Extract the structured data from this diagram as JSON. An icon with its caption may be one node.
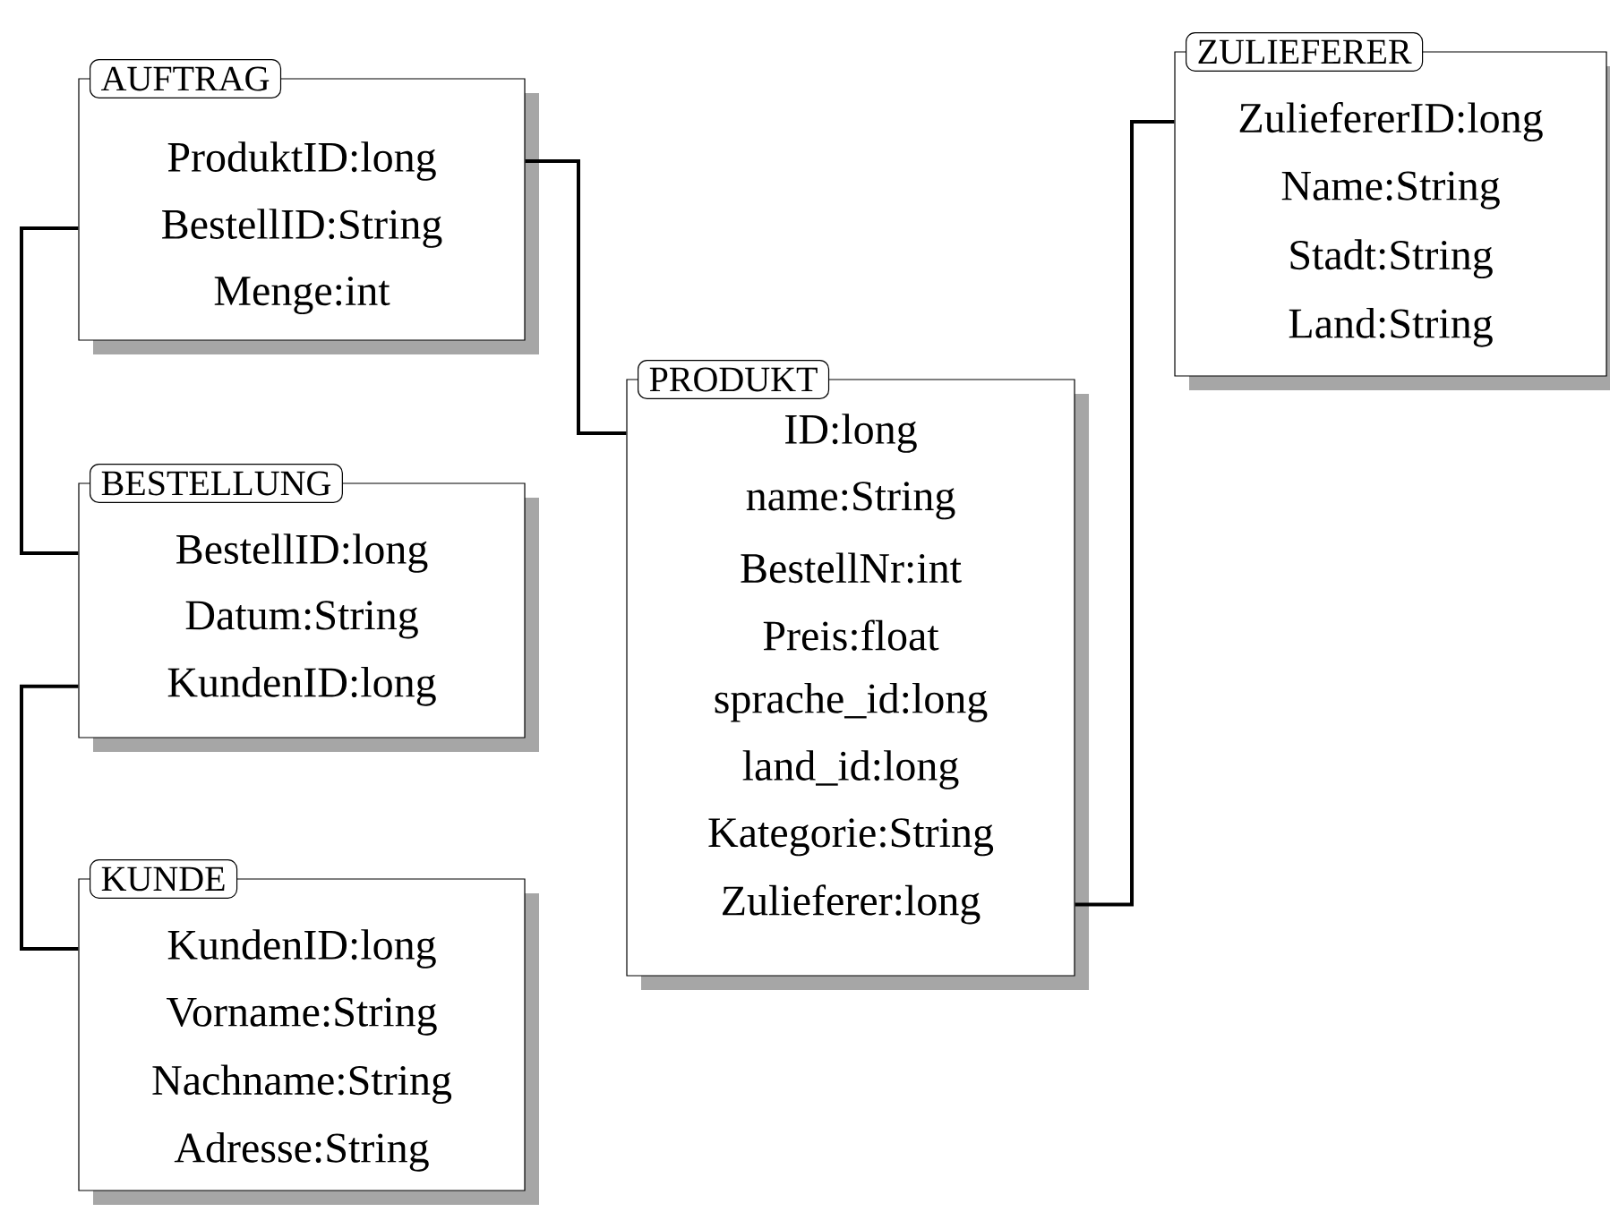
{
  "diagram": {
    "nodes": [
      {
        "text": [
          "AUFTRAG",
          "ProduktID:long",
          "BestellID:String",
          "Menge:int"
        ]
      },
      {
        "text": [
          "BESTELLUNG",
          "BestellID:long",
          "Datum:String",
          "KundenID:long"
        ]
      },
      {
        "text": [
          "KUNDE",
          "KundenID:long",
          "Vorname:String",
          "Nachname:String",
          "Adresse:String"
        ]
      },
      {
        "text": [
          "PRODUKT",
          "ID:long",
          "name:String",
          "BestellNr:int",
          "Preis:float",
          "sprache_id:long",
          "land_id:long",
          "Kategorie:String",
          "Zulieferer:long"
        ]
      },
      {
        "text": [
          "ZULIEFERER",
          "ZuliefererID:long",
          "Name:String",
          "Stadt:String",
          "Land:String"
        ]
      }
    ],
    "edges": [
      {
        "from": 0,
        "to": 3,
        "arrow": "none"
      },
      {
        "from": 0,
        "to": 1,
        "arrow": "none"
      },
      {
        "from": 1,
        "to": 2,
        "arrow": "none"
      },
      {
        "from": 3,
        "to": 4,
        "arrow": "none"
      }
    ]
  }
}
